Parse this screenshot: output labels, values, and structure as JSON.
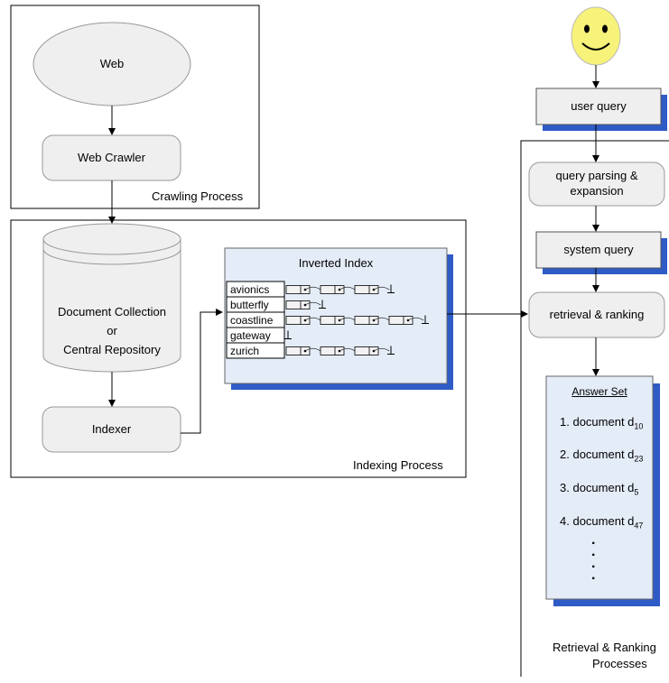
{
  "crawling": {
    "web": "Web",
    "crawler": "Web Crawler",
    "label": "Crawling Process"
  },
  "indexing": {
    "repository": [
      "Document Collection",
      "or",
      "Central Repository"
    ],
    "indexer": "Indexer",
    "label": "Indexing Process",
    "inverted_index": {
      "title": "Inverted Index",
      "terms": [
        "avionics",
        "butterfly",
        "coastline",
        "gateway",
        "zurich"
      ],
      "posting_counts": [
        3,
        1,
        4,
        0,
        3
      ]
    }
  },
  "retrieval": {
    "user_query": "user query",
    "parsing": [
      "query parsing &",
      "expansion"
    ],
    "system_query": "system query",
    "ranking": "retrieval & ranking",
    "label": [
      "Retrieval & Ranking",
      "Processes"
    ],
    "answer_set": {
      "title": "Answer Set",
      "items": [
        {
          "num": "1.",
          "text": "document d",
          "sub": "10"
        },
        {
          "num": "2.",
          "text": "document d",
          "sub": "23"
        },
        {
          "num": "3.",
          "text": "document d",
          "sub": "5"
        },
        {
          "num": "4.",
          "text": "document d",
          "sub": "47"
        }
      ]
    }
  },
  "colors": {
    "node_fill": "#efefef",
    "index_fill": "#e4ecf8",
    "shadow": "#2e5bc6",
    "smiley": "#f6f27a"
  },
  "icons": [
    "smiley-user-icon"
  ]
}
